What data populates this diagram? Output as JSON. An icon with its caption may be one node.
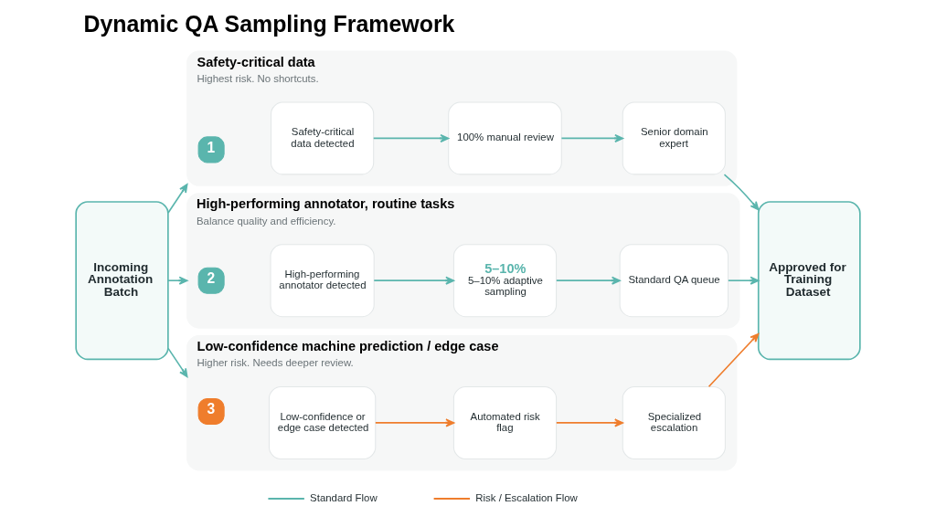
{
  "diagram": {
    "title": "Dynamic QA Sampling Framework",
    "nodes": [
      {
        "text": [
          "Incoming Annotation Batch"
        ]
      },
      {
        "text": [
          "Safety-critical data",
          "Highest risk. No shortcuts."
        ]
      },
      {
        "text": [
          "1"
        ],
        "in": 1
      },
      {
        "text": [
          "Safety-critical data detected"
        ],
        "in": 1
      },
      {
        "text": [
          "100% manual review"
        ],
        "in": 1
      },
      {
        "text": [
          "Senior domain expert"
        ],
        "in": 1
      },
      {
        "text": [
          "High-performing annotator, routine tasks",
          "Balance quality and efficiency."
        ]
      },
      {
        "text": [
          "2"
        ],
        "in": 6
      },
      {
        "text": [
          "High-performing annotator detected"
        ],
        "in": 6
      },
      {
        "text": [
          "5–10%",
          "5–10% adaptive sampling"
        ],
        "in": 6
      },
      {
        "text": [
          "Standard QA queue"
        ],
        "in": 6
      },
      {
        "text": [
          "Low-confidence machine prediction / edge case",
          "Higher risk. Needs deeper review."
        ]
      },
      {
        "text": [
          "3"
        ],
        "in": 11
      },
      {
        "text": [
          "Low-confidence or edge case detected"
        ],
        "in": 11
      },
      {
        "text": [
          "Automated risk flag"
        ],
        "in": 11
      },
      {
        "text": [
          "Specialized escalation"
        ],
        "in": 11
      },
      {
        "text": [
          "Approved for Training Dataset"
        ]
      }
    ],
    "edges": [
      {
        "from": 0,
        "to": 1,
        "arrow": "to"
      },
      {
        "from": 0,
        "to": 6,
        "arrow": "to"
      },
      {
        "from": 0,
        "to": 11,
        "arrow": "to"
      },
      {
        "from": 3,
        "to": 4,
        "arrow": "to"
      },
      {
        "from": 4,
        "to": 5,
        "arrow": "to"
      },
      {
        "from": 5,
        "to": 16,
        "arrow": "to"
      },
      {
        "from": 8,
        "to": 9,
        "arrow": "to"
      },
      {
        "from": 9,
        "to": 10,
        "arrow": "to"
      },
      {
        "from": 10,
        "to": 16,
        "arrow": "to"
      },
      {
        "from": 13,
        "to": 14,
        "arrow": "to",
        "color": "#ef7d2c"
      },
      {
        "from": 14,
        "to": 15,
        "arrow": "to",
        "color": "#ef7d2c"
      },
      {
        "from": 15,
        "to": 16,
        "arrow": "to",
        "color": "#ef7d2c"
      }
    ],
    "legend": [
      {
        "text": "Standard Flow"
      },
      {
        "text": "Risk / Escalation Flow"
      }
    ]
  }
}
